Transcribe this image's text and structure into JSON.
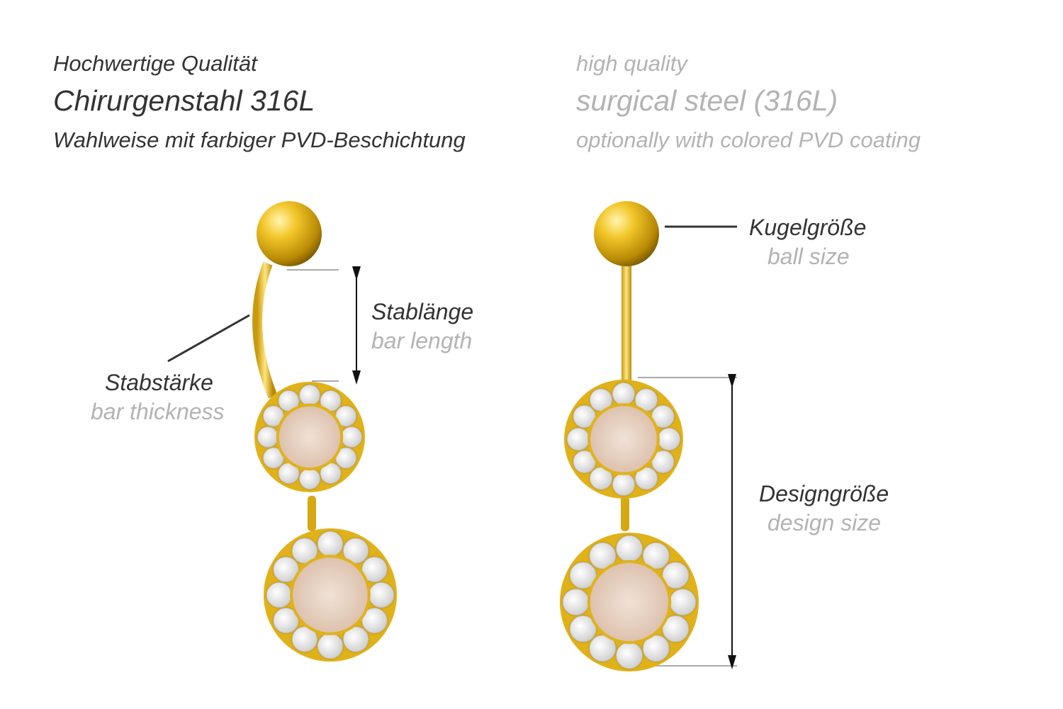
{
  "header": {
    "de": {
      "line1": "Hochwertige Qualität",
      "line2": "Chirurgenstahl 316L",
      "line3": "Wahlweise mit farbiger PVD-Beschichtung"
    },
    "en": {
      "line1": "high quality",
      "line2": "surgical steel (316L)",
      "line3": "optionally with colored PVD coating"
    }
  },
  "labels": {
    "bar_length": {
      "de": "Stablänge",
      "en": "bar length"
    },
    "bar_thickness": {
      "de": "Stabstärke",
      "en": "bar thickness"
    },
    "ball_size": {
      "de": "Kugelgröße",
      "en": "ball size"
    },
    "design_size": {
      "de": "Designgröße",
      "en": "design size"
    }
  },
  "colors": {
    "gold": "#e8b820",
    "stone": "#e6cfbf",
    "dark_text": "#333333",
    "gray_text": "#b3b3b3"
  }
}
